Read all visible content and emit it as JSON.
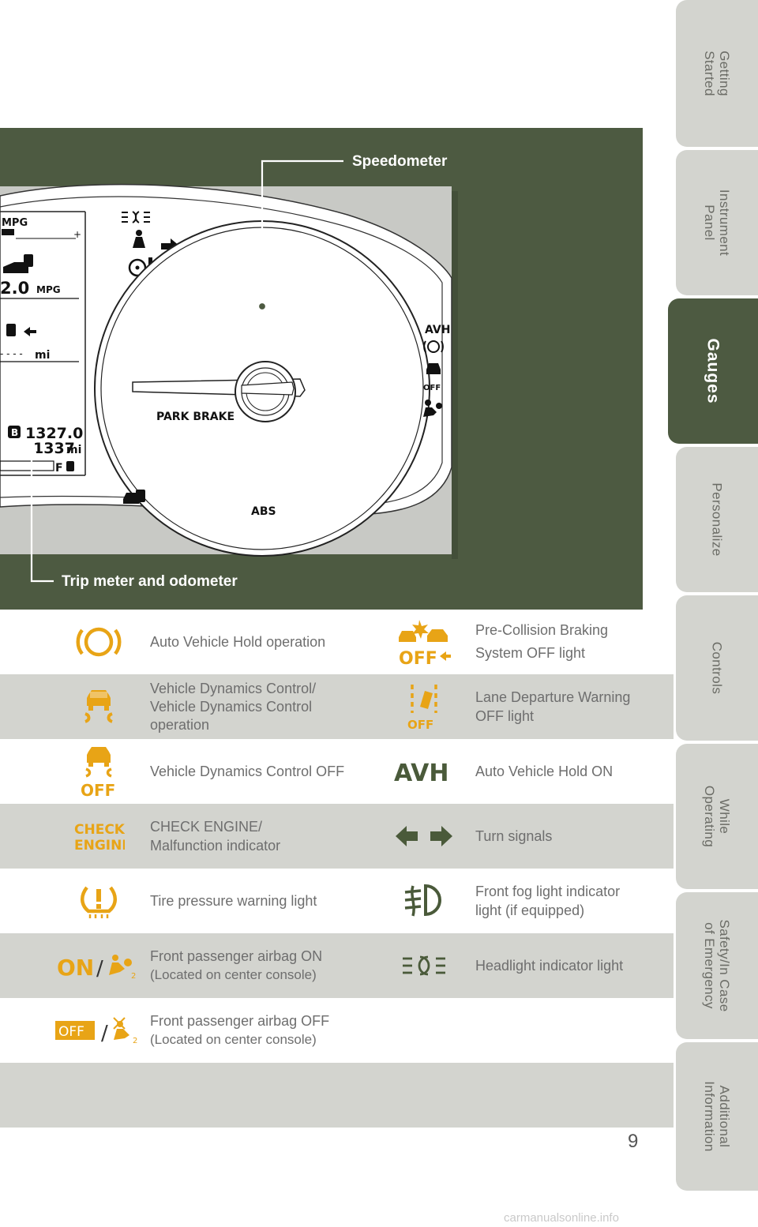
{
  "tabs": [
    {
      "label": "Getting\nStarted",
      "active": false
    },
    {
      "label": "Instrument\nPanel",
      "active": false
    },
    {
      "label": "Gauges",
      "active": true
    },
    {
      "label": "Personalize",
      "active": false
    },
    {
      "label": "Controls",
      "active": false
    },
    {
      "label": "While\nOperating",
      "active": false
    },
    {
      "label": "Safety/In Case\nof Emergency",
      "active": false
    },
    {
      "label": "Additional\nInformation",
      "active": false
    }
  ],
  "cluster": {
    "speedometer_label": "Speedometer",
    "tripmeter_label": "Trip meter and odometer",
    "mpg_label": "MPG",
    "mpg_value": "2.0",
    "mpg_unit": "MPG",
    "range_unit": "mi",
    "range_value": "- - - -",
    "trip_value": "1327.0",
    "odo_value": "1337",
    "odo_unit": "mi",
    "trip_letter": "B",
    "fuel_letter": "F",
    "park_brake": "PARK  BRAKE",
    "abs": "ABS",
    "avh": "AVH",
    "vdc_off": "OFF"
  },
  "indicators": [
    {
      "shade": false,
      "left": {
        "icon": "auto-vehicle-hold-operation-icon",
        "lines": [
          "Auto Vehicle Hold operation"
        ]
      },
      "right": {
        "icon": "pre-collision-braking-off-icon",
        "icon_text": "OFF",
        "lines": [
          "Pre-Collision Braking",
          "System OFF light"
        ]
      }
    },
    {
      "shade": true,
      "left": {
        "icon": "vehicle-dynamics-control-icon",
        "lines": [
          "Vehicle Dynamics Control/",
          "Vehicle Dynamics Control",
          "operation"
        ]
      },
      "right": {
        "icon": "lane-departure-warning-off-icon",
        "icon_text": "OFF",
        "lines": [
          "Lane Departure Warning",
          "OFF light"
        ]
      }
    },
    {
      "shade": false,
      "left": {
        "icon": "vehicle-dynamics-control-off-icon",
        "icon_text": "OFF",
        "lines": [
          "Vehicle Dynamics Control OFF"
        ]
      },
      "right": {
        "icon": "auto-vehicle-hold-on-icon",
        "icon_text": "AVH",
        "lines": [
          "Auto Vehicle Hold ON"
        ]
      }
    },
    {
      "shade": true,
      "left": {
        "icon": "check-engine-icon",
        "icon_text": "CHECK\nENGINE",
        "lines": [
          "CHECK ENGINE/",
          "Malfunction indicator"
        ]
      },
      "right": {
        "icon": "turn-signals-icon",
        "lines": [
          "Turn signals"
        ]
      }
    },
    {
      "shade": false,
      "left": {
        "icon": "tire-pressure-warning-icon",
        "lines": [
          "Tire pressure warning light"
        ]
      },
      "right": {
        "icon": "front-fog-light-icon",
        "lines": [
          "Front fog light indicator",
          "light (if equipped)"
        ]
      }
    },
    {
      "shade": true,
      "left": {
        "icon": "passenger-airbag-on-icon",
        "icon_text": "ON",
        "lines": [
          "Front passenger airbag ON",
          "(Located on center console)"
        ]
      },
      "right": {
        "icon": "headlight-indicator-icon",
        "lines": [
          "Headlight indicator light"
        ]
      }
    },
    {
      "shade": false,
      "left": {
        "icon": "passenger-airbag-off-icon",
        "icon_text": "OFF",
        "lines": [
          "Front passenger airbag OFF",
          "(Located on center console)"
        ]
      },
      "right": null
    },
    {
      "shade": true,
      "left": null,
      "right": null
    }
  ],
  "page_number": "9",
  "watermark": "carmanualsonline.info",
  "colors": {
    "olive": "#4d5a41",
    "amber": "#e8a416",
    "green_icon": "#4a5a3a",
    "shade": "#d3d4cf"
  }
}
